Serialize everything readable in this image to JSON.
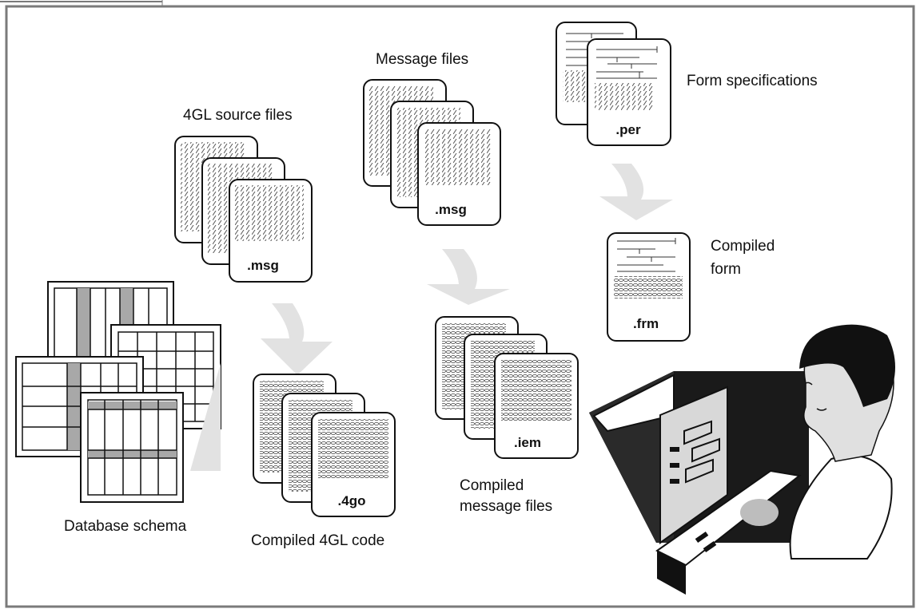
{
  "labels": {
    "source_files": "4GL source files",
    "message_files": "Message files",
    "form_specs": "Form specifications",
    "compiled_form_line1": "Compiled",
    "compiled_form_line2": "form",
    "database_schema": "Database schema",
    "compiled_code": "Compiled 4GL code",
    "compiled_msg_line1": "Compiled",
    "compiled_msg_line2": "message files"
  },
  "extensions": {
    "source": ".msg",
    "message": ".msg",
    "form_spec": ".per",
    "compiled_form": ".frm",
    "compiled_code": ".4go",
    "compiled_msg": ".iem"
  },
  "colors": {
    "frame": "#7a7a7a",
    "arrow": "#e2e2e2",
    "ink": "#111111",
    "hatch": "#555555",
    "schema_shade": "#a8a8a8",
    "skin": "#ffffff",
    "hair": "#111111"
  },
  "icons": [
    "document-stack-icon",
    "arrow-down-icon",
    "database-table-icon",
    "computer-monitor-icon",
    "person-icon"
  ]
}
